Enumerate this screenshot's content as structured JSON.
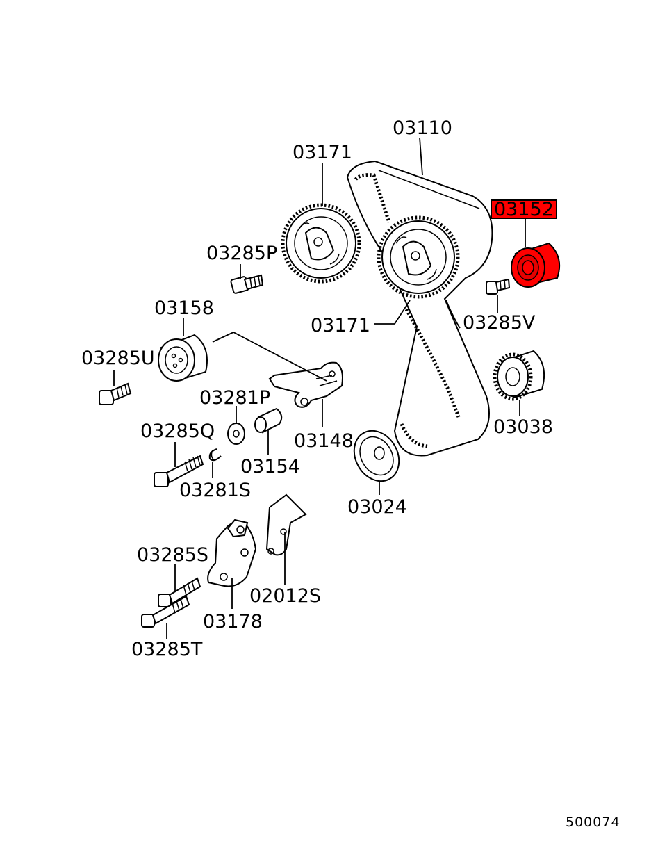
{
  "diagram": {
    "title": "Timing belt exploded parts diagram",
    "figure_number": "500074",
    "highlight_color": "#ff0000",
    "highlighted_part": "03152",
    "labels": {
      "p03110": "03110",
      "p03171_top": "03171",
      "p03152": "03152",
      "p03285P": "03285P",
      "p03171_mid": "03171",
      "p03285V": "03285V",
      "p03158": "03158",
      "p03285U": "03285U",
      "p03281P": "03281P",
      "p03038": "03038",
      "p03285Q": "03285Q",
      "p03148": "03148",
      "p03154": "03154",
      "p03281S": "03281S",
      "p03024": "03024",
      "p03285S": "03285S",
      "p02012S": "02012S",
      "p03178": "03178",
      "p03285T": "03285T"
    }
  }
}
